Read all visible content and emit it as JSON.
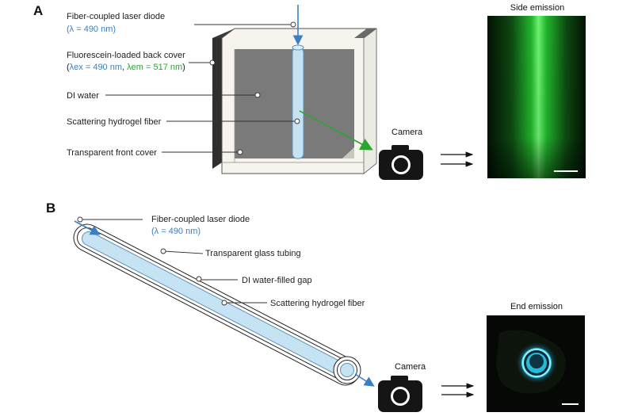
{
  "panel_a": {
    "letter": "A",
    "laser_label": "Fiber-coupled laser diode",
    "laser_wavelength": "(λ = 490 nm)",
    "back_cover_label": "Fluorescein-loaded back cover",
    "back_cover_ex": "λex = 490 nm",
    "back_cover_em": "λem = 517 nm",
    "water_label": "DI water",
    "fiber_label": "Scattering hydrogel fiber",
    "front_cover_label": "Transparent front cover",
    "camera_label": "Camera",
    "emission_title": "Side emission"
  },
  "panel_b": {
    "letter": "B",
    "laser_label": "Fiber-coupled laser diode",
    "laser_wavelength": "(λ = 490 nm)",
    "tubing_label": "Transparent glass tubing",
    "gap_label": "DI water-filled gap",
    "fiber_label": "Scattering hydrogel fiber",
    "camera_label": "Camera",
    "emission_title": "End emission"
  },
  "colors": {
    "laser_blue": "#3a7fc4",
    "fiber_fill": "#c6e3f3",
    "emission_green": "#2fd23a",
    "arrow_green": "#2aa52f",
    "water_gray": "#7a7a7a"
  },
  "icons": {
    "camera": "camera-icon",
    "arrows": "double-right-arrow-icon"
  }
}
